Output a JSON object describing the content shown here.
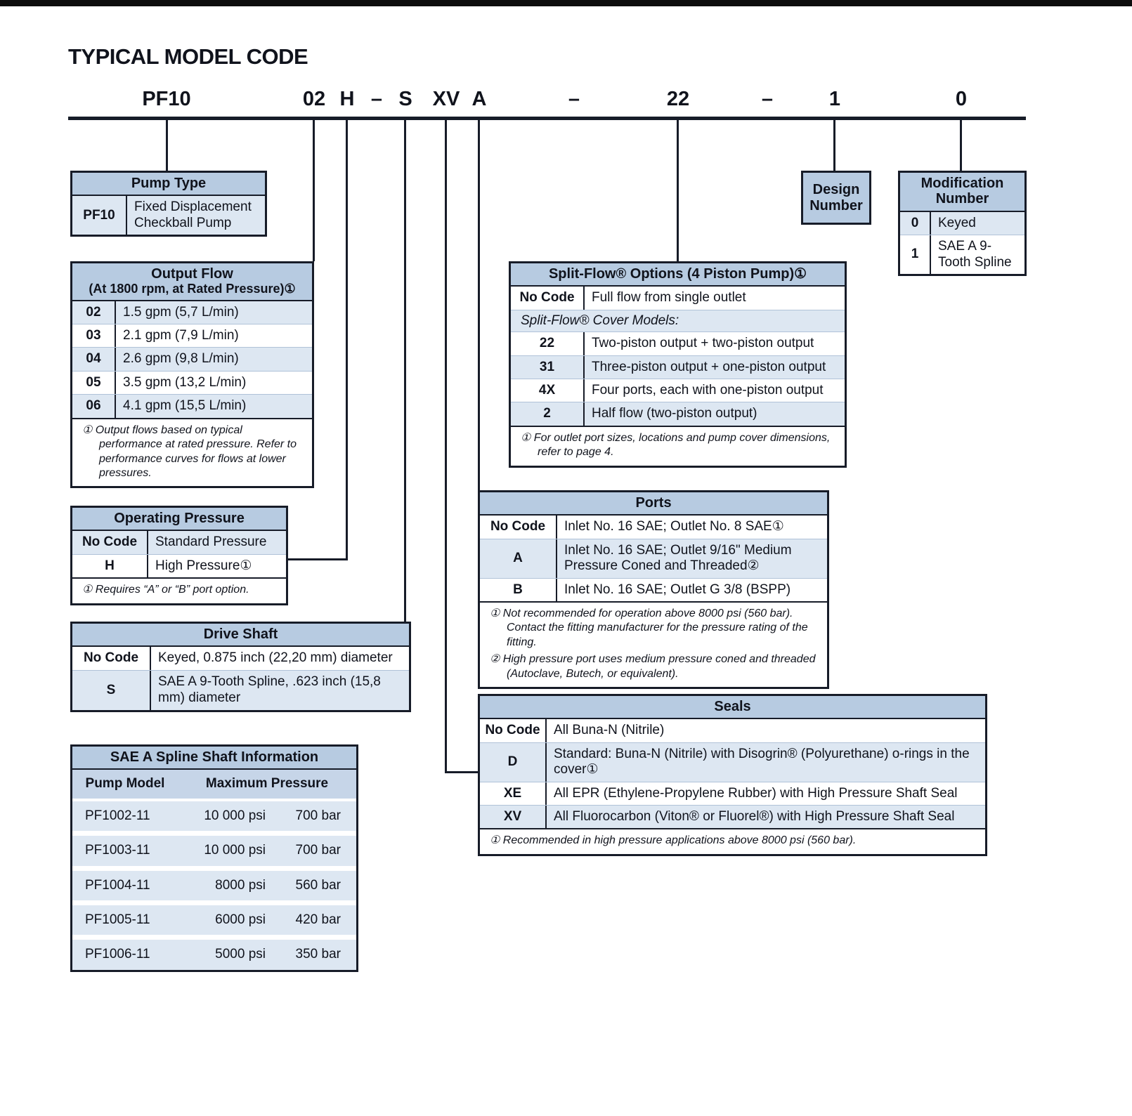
{
  "title": "TYPICAL MODEL CODE",
  "colors": {
    "header_blue": "#b7cbe1",
    "row_blue": "#dde7f2",
    "line_dark": "#171c28"
  },
  "model_code": {
    "segments": [
      "PF10",
      "02",
      "H",
      "–",
      "S",
      "XV",
      "A",
      "–",
      "22",
      "–",
      "1",
      "0"
    ]
  },
  "pump_type": {
    "title": "Pump Type",
    "rows": [
      {
        "code": "PF10",
        "desc": "Fixed Displacement Checkball Pump"
      }
    ]
  },
  "output_flow": {
    "title": "Output Flow",
    "subtitle": "(At 1800 rpm, at Rated Pressure)①",
    "rows": [
      {
        "code": "02",
        "desc": "1.5 gpm (5,7 L/min)"
      },
      {
        "code": "03",
        "desc": "2.1 gpm (7,9 L/min)"
      },
      {
        "code": "04",
        "desc": "2.6 gpm (9,8 L/min)"
      },
      {
        "code": "05",
        "desc": "3.5 gpm (13,2 L/min)"
      },
      {
        "code": "06",
        "desc": "4.1 gpm (15,5 L/min)"
      }
    ],
    "footnote": "①  Output flows based on typical performance at rated pressure. Refer to performance curves for flows at lower pressures."
  },
  "operating_pressure": {
    "title": "Operating Pressure",
    "rows": [
      {
        "code": "No Code",
        "desc": "Standard Pressure"
      },
      {
        "code": "H",
        "desc": "High Pressure①"
      }
    ],
    "footnote": "①  Requires “A” or “B” port option."
  },
  "drive_shaft": {
    "title": "Drive Shaft",
    "rows": [
      {
        "code": "No Code",
        "desc": "Keyed, 0.875 inch (22,20 mm) diameter"
      },
      {
        "code": "S",
        "desc": "SAE A 9-Tooth Spline, .623 inch (15,8 mm) diameter"
      }
    ]
  },
  "spline_info": {
    "title": "SAE A Spline Shaft Information",
    "col_headers": {
      "model": "Pump Model",
      "pressure": "Maximum Pressure"
    },
    "rows": [
      {
        "model": "PF1002-11",
        "psi": "10 000 psi",
        "bar": "700 bar"
      },
      {
        "model": "PF1003-11",
        "psi": "10 000 psi",
        "bar": "700 bar"
      },
      {
        "model": "PF1004-11",
        "psi": "8000 psi",
        "bar": "560 bar"
      },
      {
        "model": "PF1005-11",
        "psi": "6000 psi",
        "bar": "420 bar"
      },
      {
        "model": "PF1006-11",
        "psi": "5000 psi",
        "bar": "350 bar"
      }
    ]
  },
  "split_flow": {
    "title": "Split-Flow® Options (4 Piston Pump)①",
    "rows": [
      {
        "code": "No Code",
        "desc": "Full flow from single outlet"
      }
    ],
    "cover_models_label": "Split-Flow® Cover Models:",
    "cover_rows": [
      {
        "code": "22",
        "desc": "Two-piston output + two-piston output"
      },
      {
        "code": "31",
        "desc": "Three-piston output + one-piston output"
      },
      {
        "code": "4X",
        "desc": "Four ports, each with one-piston output"
      },
      {
        "code": "2",
        "desc": "Half flow (two-piston output)"
      }
    ],
    "footnote": "①  For outlet port sizes, locations and pump cover dimensions, refer to page 4."
  },
  "ports": {
    "title": "Ports",
    "rows": [
      {
        "code": "No Code",
        "desc": "Inlet No. 16 SAE; Outlet No. 8 SAE①"
      },
      {
        "code": "A",
        "desc": "Inlet No. 16 SAE; Outlet 9/16\" Medium Pressure Coned and Threaded②"
      },
      {
        "code": "B",
        "desc": "Inlet No. 16 SAE; Outlet G 3/8 (BSPP)"
      }
    ],
    "footnotes": [
      "①  Not recommended for operation above 8000 psi (560 bar). Contact the fitting manufacturer for the pressure rating of the fitting.",
      "②  High pressure port uses medium pressure coned and threaded (Autoclave, Butech, or equivalent)."
    ]
  },
  "seals": {
    "title": "Seals",
    "rows": [
      {
        "code": "No Code",
        "desc": "All Buna-N (Nitrile)"
      },
      {
        "code": "D",
        "desc": "Standard: Buna-N (Nitrile) with Disogrin® (Polyurethane) o-rings in the cover①"
      },
      {
        "code": "XE",
        "desc": "All EPR (Ethylene-Propylene Rubber) with High Pressure Shaft Seal"
      },
      {
        "code": "XV",
        "desc": "All Fluorocarbon (Viton® or Fluorel®) with High Pressure Shaft Seal"
      }
    ],
    "footnote": "①  Recommended in high pressure applications above 8000 psi (560 bar)."
  },
  "design_number": {
    "title": "Design Number"
  },
  "modification_number": {
    "title": "Modification Number",
    "rows": [
      {
        "code": "0",
        "desc": "Keyed"
      },
      {
        "code": "1",
        "desc": "SAE A 9-Tooth Spline"
      }
    ]
  }
}
